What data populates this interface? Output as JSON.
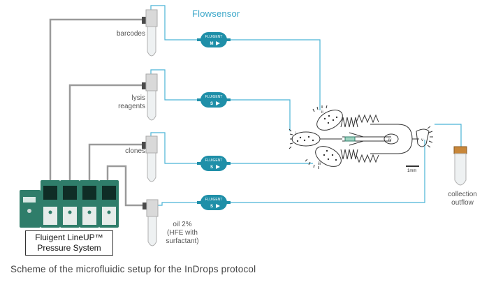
{
  "flow_sensor_title": "Flowsensor",
  "reservoirs": [
    {
      "label": "barcodes"
    },
    {
      "label": "lysis\nreagents"
    },
    {
      "label": "clones"
    },
    {
      "label": "oil 2%\n(HFE with\nsurfactant)"
    }
  ],
  "sensors": [
    {
      "brand": "FLUIGENT",
      "size": "M"
    },
    {
      "brand": "FLUIGENT",
      "size": "S"
    },
    {
      "brand": "FLUIGENT",
      "size": "S"
    },
    {
      "brand": "FLUIGENT",
      "size": "S"
    }
  ],
  "chip_labels": [
    "ii",
    "i",
    "iii",
    "iv",
    "v"
  ],
  "scale_bar": "1mm",
  "collection_label": "collection\noutflow",
  "pressure_system": {
    "line1": "Fluigent LineUP™",
    "line2": "Pressure System"
  },
  "caption": "Scheme of the microfluidic setup for the InDrops protocol",
  "colors": {
    "tubing_blue": "#4ab3d6",
    "tubing_grey": "#9a9a9a",
    "sensor_teal": "#1f8fa8",
    "device_green": "#2f7d6a"
  }
}
